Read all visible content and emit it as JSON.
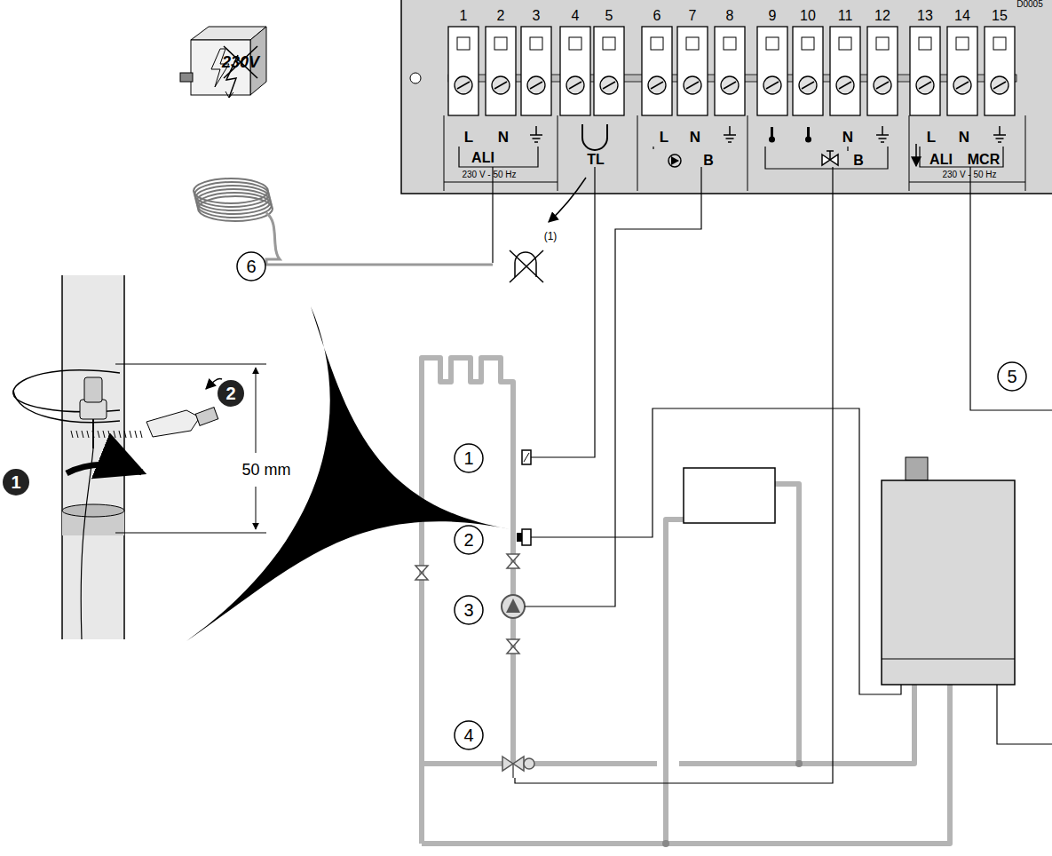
{
  "diagram": {
    "labels": [
      "1",
      "2",
      "3",
      "4",
      "5",
      "6",
      "7",
      "8",
      "9",
      "10",
      "11",
      "12",
      "13",
      "14",
      "15",
      "L",
      "N",
      "ALI",
      "230 V - 50 Hz",
      "TL",
      "L",
      "N",
      "B",
      "N",
      "B",
      "L",
      "N",
      "ALI",
      "MCR",
      "230 V - 50 Hz",
      "230V",
      "(1)",
      "6",
      "5",
      "1",
      "2",
      "3",
      "4",
      "1",
      "2",
      "50 mm",
      "D0005"
    ]
  }
}
